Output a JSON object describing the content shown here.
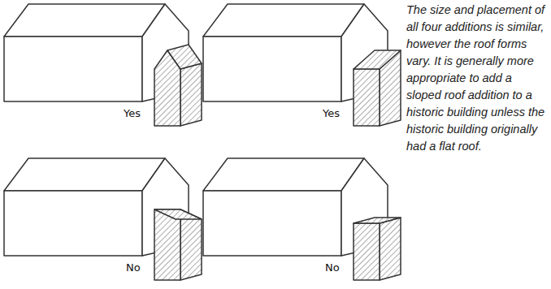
{
  "diagram": {
    "caption": "The size and placement of all four additions is similar, however the roof forms vary. It is generally more appropriate to add a sloped roof addition to a historic building unless the historic building originally had a flat roof.",
    "labels": [
      "Yes",
      "Yes",
      "No",
      "No"
    ]
  }
}
